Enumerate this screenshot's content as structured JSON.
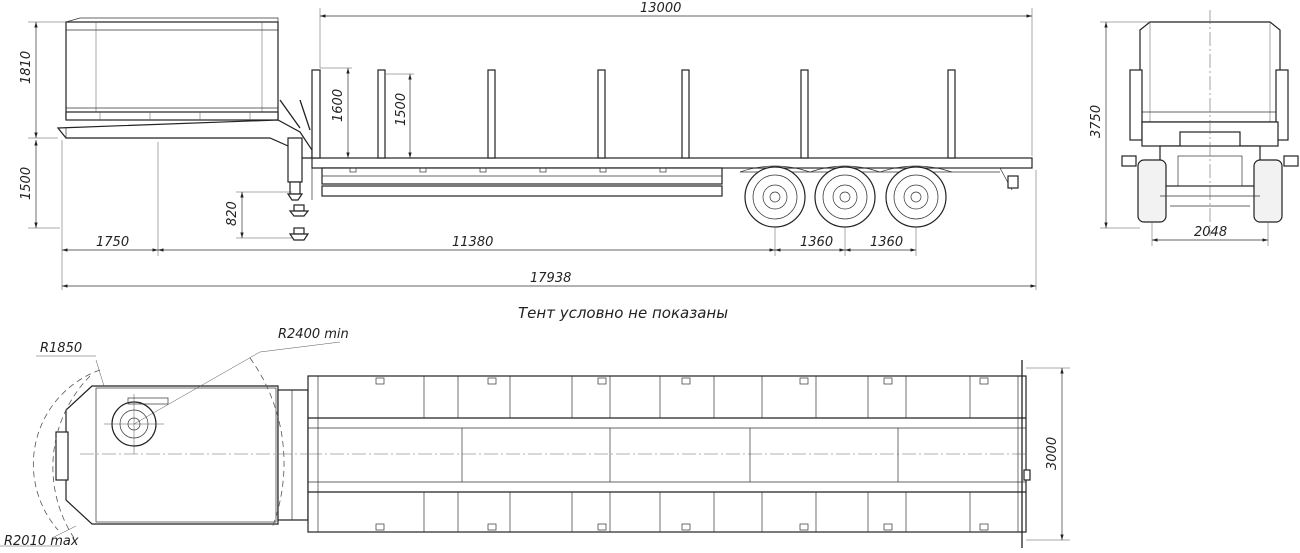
{
  "note": "Тент условно не показаны",
  "side_view": {
    "overall_length": "13000",
    "total_length": "17938",
    "tent_height": "1810",
    "deck_height": "1500",
    "stake_height_front": "1600",
    "stake_height": "1500",
    "leg_height": "820",
    "front_overhang": "1750",
    "wheelbase": "11380",
    "axle_spacing_1": "1360",
    "axle_spacing_2": "1360"
  },
  "rear_view": {
    "overall_height": "3750",
    "track_width": "2048"
  },
  "top_view": {
    "radius_front": "R1850",
    "radius_min": "R2400 min",
    "radius_max": "R2010 max",
    "width": "3000"
  }
}
